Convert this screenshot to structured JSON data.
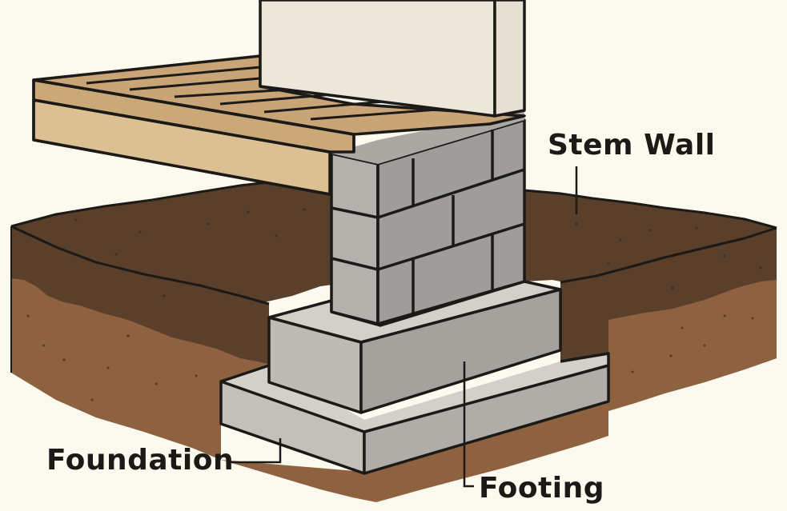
{
  "diagram": {
    "title": "",
    "type": "labeled cross-section illustration",
    "subject": "Foundation, footing and stem wall of a building",
    "labels": [
      {
        "id": "stem-wall",
        "text": "Stem Wall",
        "points_to": "concrete block wall rising from footing to floor"
      },
      {
        "id": "foundation",
        "text": "Foundation",
        "points_to": "lower wide concrete slab"
      },
      {
        "id": "footing",
        "text": "Footing",
        "points_to": "stepped concrete block beneath stem wall"
      }
    ],
    "components": [
      {
        "name": "wall",
        "description": "cream-colored wall section at top"
      },
      {
        "name": "floor-deck",
        "description": "wood floor joist and decking boards"
      },
      {
        "name": "stem-wall",
        "description": "gray concrete masonry block wall"
      },
      {
        "name": "footing",
        "description": "stepped gray concrete footing"
      },
      {
        "name": "foundation-slab",
        "description": "wide concrete base slab"
      },
      {
        "name": "soil",
        "description": "two soil layers: dark topsoil and lighter subsoil"
      }
    ],
    "colors": {
      "background": "#fcfaee",
      "outline": "#1c1a17",
      "wall": "#ece7da",
      "wall_side": "#e6e0d2",
      "deck_top": "#c9a477",
      "deck_face": "#dcbf93",
      "block_front": "#9e9d99",
      "block_side": "#b3b1ac",
      "concrete_top": "#d2d0c8",
      "concrete_front": "#a3a29d",
      "concrete_side": "#bdbbb4",
      "topsoil": "#5a3f2a",
      "subsoil": "#8e6240"
    }
  },
  "labels": {
    "stem_wall": "Stem Wall",
    "foundation": "Foundation",
    "footing": "Footing"
  }
}
